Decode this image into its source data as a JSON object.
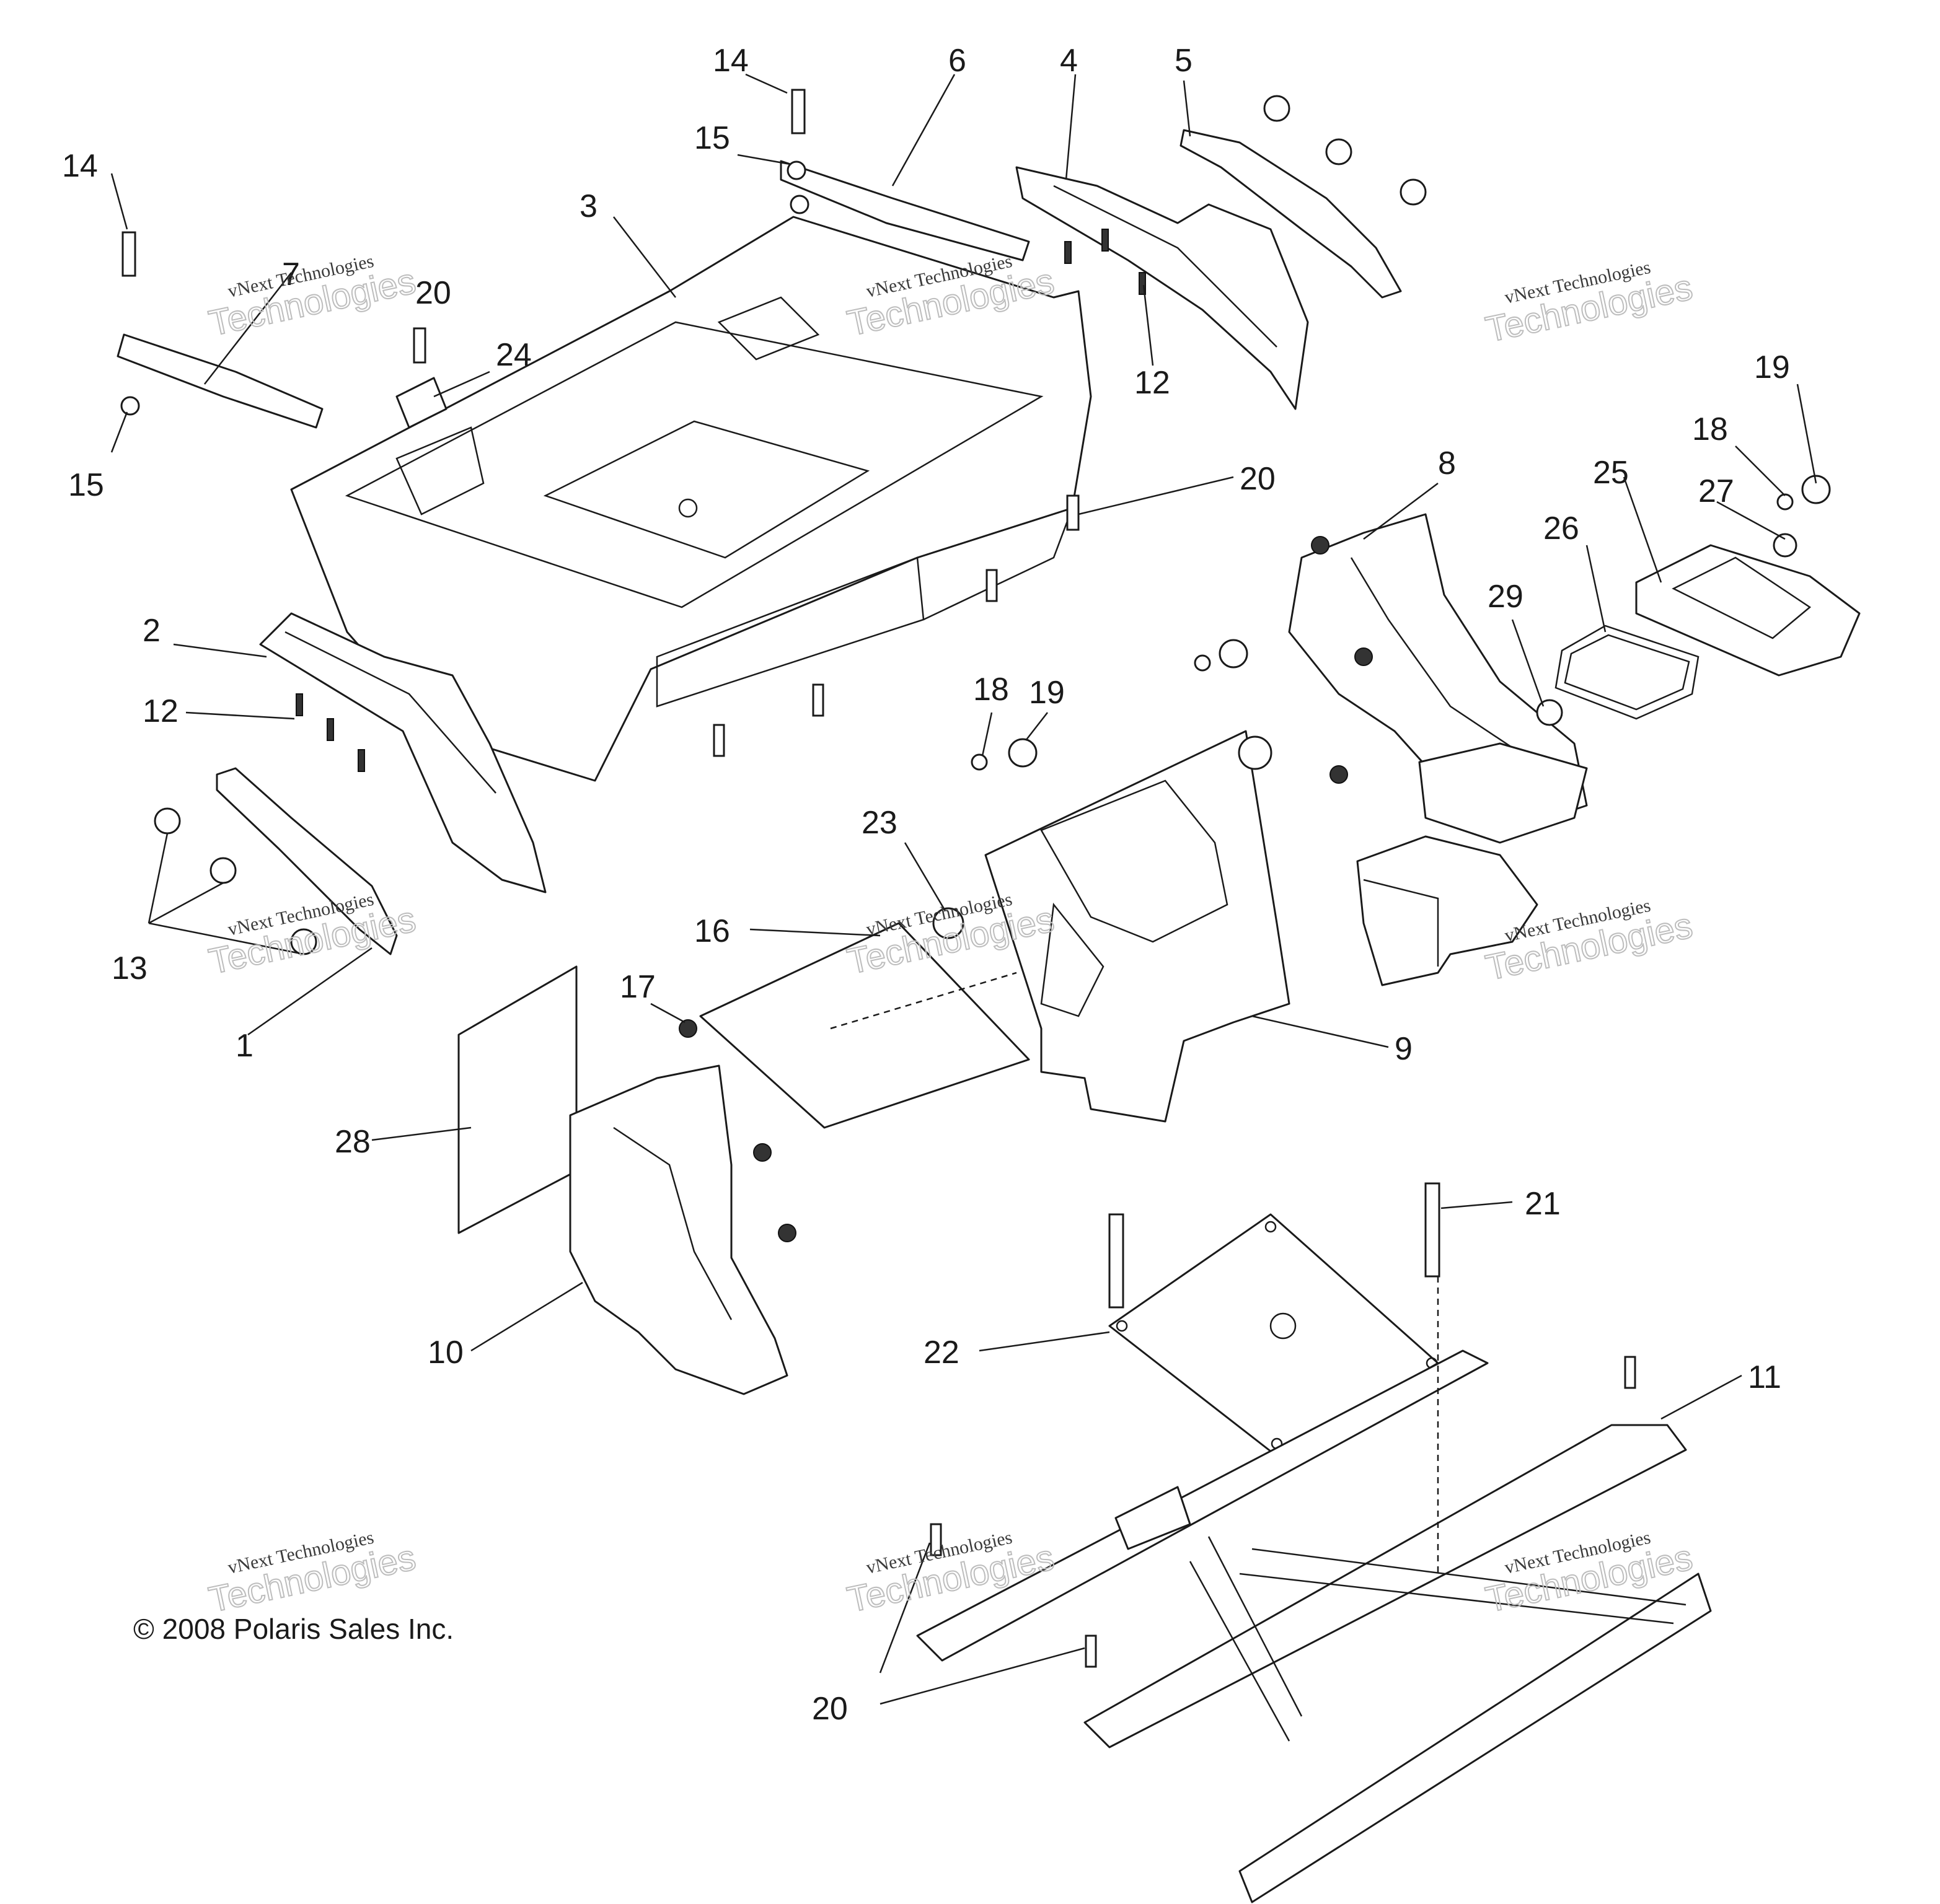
{
  "callouts": {
    "c1": "1",
    "c2": "2",
    "c3": "3",
    "c4": "4",
    "c5": "5",
    "c6": "6",
    "c7": "7",
    "c8": "8",
    "c9": "9",
    "c10": "10",
    "c11": "11",
    "c12a": "12",
    "c12b": "12",
    "c13": "13",
    "c14a": "14",
    "c14b": "14",
    "c15a": "15",
    "c15b": "15",
    "c16": "16",
    "c17": "17",
    "c18a": "18",
    "c18b": "18",
    "c19a": "19",
    "c19b": "19",
    "c20a": "20",
    "c20b": "20",
    "c20c": "20",
    "c21": "21",
    "c22": "22",
    "c23": "23",
    "c24": "24",
    "c25": "25",
    "c26": "26",
    "c27": "27",
    "c28": "28",
    "c29": "29"
  },
  "watermark": {
    "line1": "vNext Technologies",
    "line2": "Technologies"
  },
  "copyright": "© 2008 Polaris Sales Inc."
}
